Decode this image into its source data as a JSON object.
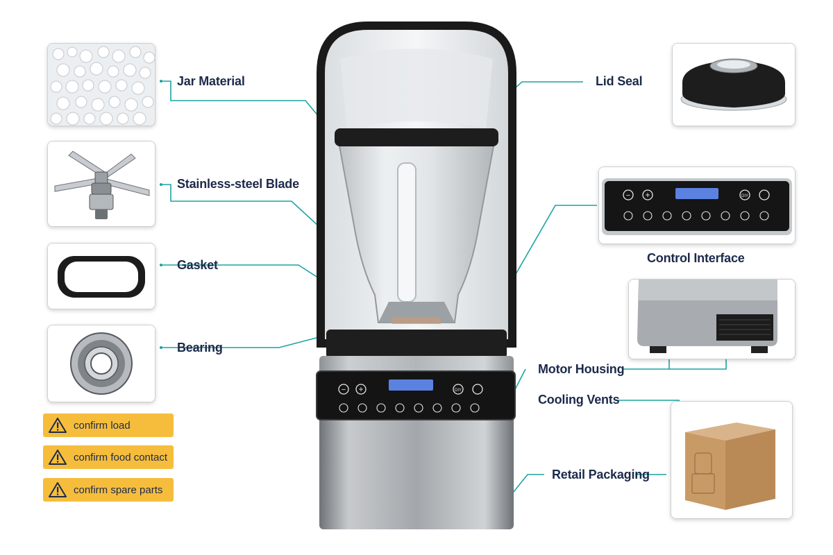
{
  "labels": {
    "jar_material": "Jar Material",
    "blade": "Stainless-steel Blade",
    "gasket": "Gasket",
    "bearing": "Bearing",
    "lid_seal": "Lid Seal",
    "control_interface": "Control Interface",
    "motor_housing": "Motor Housing",
    "cooling_vents": "Cooling Vents",
    "retail_packaging": "Retail Packaging"
  },
  "warnings": [
    {
      "text": "confirm load",
      "icon": "warning-triangle-icon"
    },
    {
      "text": "confirm food contact",
      "icon": "warning-triangle-icon"
    },
    {
      "text": "confirm spare parts",
      "icon": "warning-triangle-icon"
    }
  ],
  "panel": {
    "diy_label": "DIY",
    "minus_symbol": "−",
    "plus_symbol": "+"
  },
  "colors": {
    "leader_line": "#1aa3a3",
    "label_text": "#1c2a4a",
    "warning_bg": "#f6bd3c",
    "lcd": "#5b82e0",
    "panel": "#151515",
    "steel": "#a9adb2"
  }
}
